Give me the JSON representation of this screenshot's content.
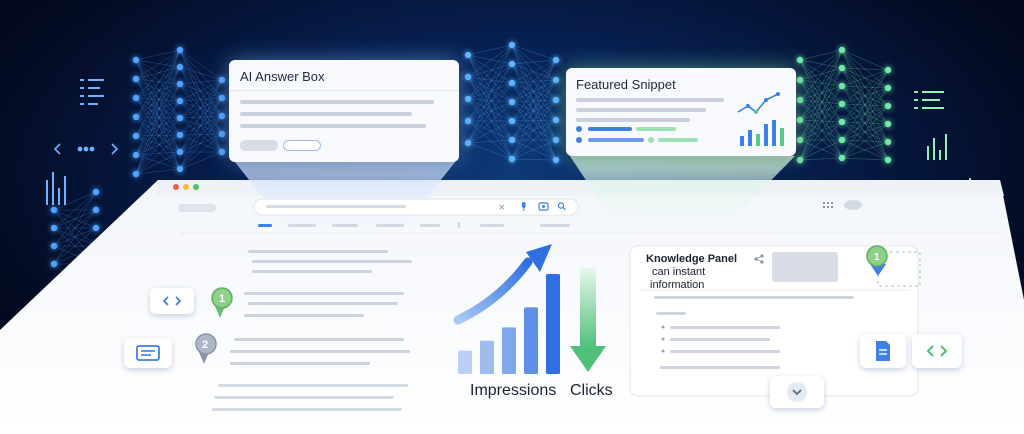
{
  "cards": {
    "ai_answer": {
      "title": "AI Answer Box"
    },
    "featured_snippet": {
      "title": "Featured Snippet"
    }
  },
  "serp": {
    "search_bar": {
      "clear": "×"
    },
    "metrics": {
      "impressions_label": "Impressions",
      "clicks_label": "Clicks"
    },
    "impressions_bars": [
      14,
      20,
      28,
      40,
      60
    ]
  },
  "knowledge_panel": {
    "title": "Knowledge Panel",
    "subtitle_line1": "can instant",
    "subtitle_line2": "information"
  },
  "badges": {
    "rank_1": "1",
    "rank_2": "2",
    "rank_1_panel": "1"
  },
  "icons": {
    "code": "code-brackets-icon",
    "doc": "document-icon",
    "chevron": "chevron-down-icon",
    "share": "share-icon",
    "mic": "mic-icon",
    "camera": "camera-icon",
    "search": "search-icon",
    "grid": "apps-grid-icon"
  },
  "colors": {
    "accent_blue": "#3f7fe8",
    "accent_green": "#5bc98a",
    "badge_green": "#7cc77a",
    "badge_gray": "#9aa6b8"
  }
}
